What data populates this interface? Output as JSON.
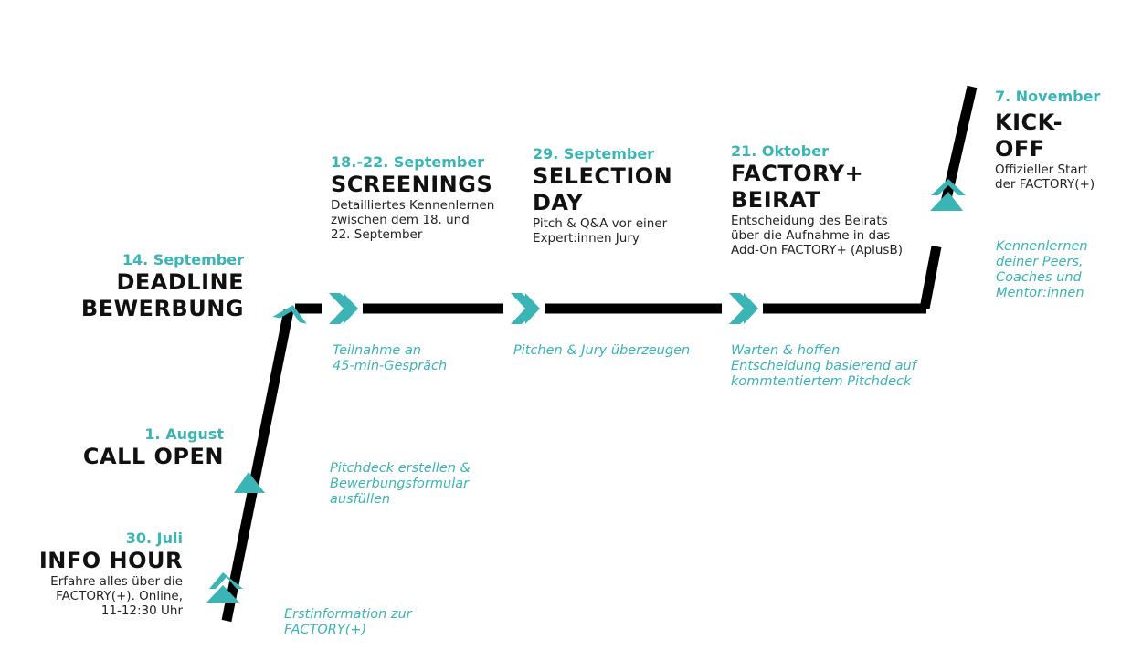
{
  "colors": {
    "accent": "#3ab4b4",
    "line": "#000000",
    "text": "#111111"
  },
  "milestones": [
    {
      "date": "30. Juli",
      "title": "INFO HOUR",
      "desc": "Erfahre alles über die FACTORY(+). Online, 11-12:30 Uhr"
    },
    {
      "date": "1. August",
      "title": "CALL OPEN"
    },
    {
      "date": "14. September",
      "title_line1": "DEADLINE",
      "title_line2": "BEWERBUNG"
    },
    {
      "date": "18.-22. September",
      "title": "SCREENINGS",
      "desc_line1": "Detailliertes Kennenlernen",
      "desc_line2": "zwischen dem 18. und",
      "desc_line3": "22. September"
    },
    {
      "date": "29. September",
      "title_line1": "SELECTION",
      "title_line2": "DAY",
      "desc_line1": "Pitch & Q&A vor einer",
      "desc_line2": "Expert:innen Jury"
    },
    {
      "date": "21. Oktober",
      "title_line1": "FACTORY+",
      "title_line2": "BEIRAT",
      "desc_line1": "Entscheidung des Beirats",
      "desc_line2": "über die Aufnahme in das",
      "desc_line3": "Add-On FACTORY+ (AplusB)"
    },
    {
      "date": "7. November",
      "title_line1": "KICK-",
      "title_line2": "OFF",
      "desc_line1": "Offizieller Start",
      "desc_line2": "der FACTORY(+)"
    }
  ],
  "notes": {
    "erstinfo": {
      "line1": "Erstinformation zur",
      "line2": "FACTORY(+)"
    },
    "pitchdeck": {
      "line1": "Pitchdeck erstellen &",
      "line2": "Bewerbungsformular",
      "line3": "ausfüllen"
    },
    "teilnahme": {
      "line1": "Teilnahme an",
      "line2": "45-min-Gespräch"
    },
    "pitchen": {
      "line1": "Pitchen & Jury überzeugen"
    },
    "warten": {
      "line1": "Warten & hoffen",
      "line2": "Entscheidung basierend auf",
      "line3": "kommtentiertem Pitchdeck"
    },
    "kennenlernen": {
      "line1": "Kennenlernen",
      "line2": "deiner Peers,",
      "line3": "Coaches und",
      "line4": "Mentor:innen"
    }
  }
}
